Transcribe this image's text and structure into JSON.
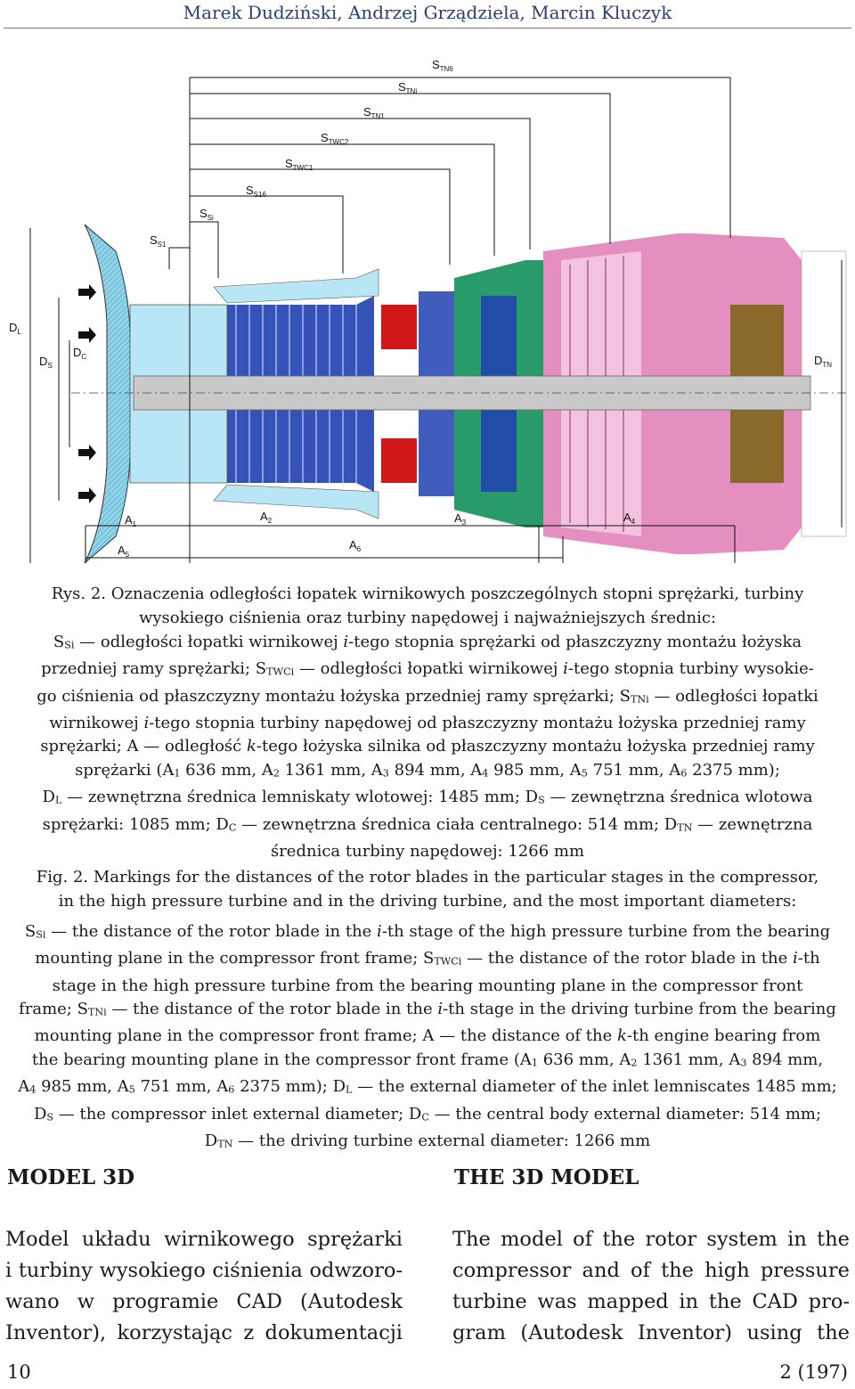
{
  "header": {
    "authors": "Marek Dudziński, Andrzej Grządziela, Marcin Kluczyk"
  },
  "figure": {
    "labels": {
      "stn6": "S",
      "stn6_sub": "TN6",
      "stni": "S",
      "stni_sub": "TNi",
      "stn1": "S",
      "stn1_sub": "TN1",
      "stwc2": "S",
      "stwc2_sub": "TWC2",
      "stwc1": "S",
      "stwc1_sub": "TWC1",
      "ss16": "S",
      "ss16_sub": "S16",
      "ssi": "S",
      "ssi_sub": "Si",
      "ss1": "S",
      "ss1_sub": "S1",
      "dl": "D",
      "dl_sub": "L",
      "ds": "D",
      "ds_sub": "S",
      "dc": "D",
      "dc_sub": "C",
      "dtn": "D",
      "dtn_sub": "TN",
      "a1": "A",
      "a1_sub": "1",
      "a2": "A",
      "a2_sub": "2",
      "a3": "A",
      "a3_sub": "3",
      "a4": "A",
      "a4_sub": "4",
      "a5": "A",
      "a5_sub": "5",
      "a6": "A",
      "a6_sub": "6"
    },
    "colors": {
      "casing": "#8fd3ea",
      "compressor": "#1f3fb0",
      "combustor": "#d01818",
      "hp_turbine": "#2a9b6a",
      "power_turbine": "#e48fc0",
      "exhaust": "#8a6a2a",
      "shaft": "#c9c9c9"
    }
  },
  "caption_pl": {
    "line1": "Rys. 2. Oznaczenia odległości łopatek wirnikowych poszczególnych stopni sprężarki, turbiny",
    "line2": "wysokiego ciśnienia oraz turbiny napędowej i najważniejszych średnic:",
    "l3a": "S",
    "l3a_sub": "Si",
    "l3b": " — odległości łopatki wirnikowej ",
    "l3c": "i",
    "l3d": "-tego stopnia sprężarki od płaszczyzny montażu łożyska",
    "l4a": "przedniej ramy sprężarki; S",
    "l4a_sub": "TWCi",
    "l4b": " — odległości łopatki wirnikowej ",
    "l4c": "i",
    "l4d": "-tego stopnia turbiny wysokie-",
    "l5a": "go ciśnienia od płaszczyzny montażu łożyska przedniej ramy sprężarki; S",
    "l5a_sub": "TNi",
    "l5b": " — odległości łopatki",
    "l6a": "wirnikowej ",
    "l6b": "i",
    "l6c": "-tego stopnia turbiny napędowej od płaszczyzny montażu łożyska przedniej ramy",
    "l7a": "sprężarki; A — odległość ",
    "l7b": "k",
    "l7c": "-tego łożyska silnika od płaszczyzny montażu łożyska przedniej ramy",
    "l8a": "sprężarki (A",
    "l8a_sub": "1",
    "l8b": " 636 mm, A",
    "l8b_sub": "2",
    "l8c": " 1361 mm, A",
    "l8c_sub": "3",
    "l8d": " 894 mm, A",
    "l8d_sub": "4",
    "l8e": " 985 mm, A",
    "l8e_sub": "5",
    "l8f": " 751 mm, A",
    "l8f_sub": "6",
    "l8g": " 2375 mm);",
    "l9a": "D",
    "l9a_sub": "L",
    "l9b": " — zewnętrzna średnica lemniskaty wlotowej: 1485 mm; D",
    "l9b_sub": "S",
    "l9c": " — zewnętrzna średnica wlotowa",
    "l10a": "sprężarki: 1085 mm; D",
    "l10a_sub": "C",
    "l10b": " — zewnętrzna średnica ciała centralnego: 514 mm; D",
    "l10b_sub": "TN",
    "l10c": " — zewnętrzna",
    "l11": "średnica turbiny napędowej: 1266 mm"
  },
  "caption_en": {
    "line1": "Fig. 2. Markings for the distances of the rotor blades in the particular stages in the compressor,",
    "line2": "in the high pressure turbine and in the driving turbine, and the most important diameters:",
    "l3a": "S",
    "l3a_sub": "Si",
    "l3b": " — the distance of the rotor blade in the ",
    "l3c": "i",
    "l3d": "-th stage of the high pressure turbine from the bearing",
    "l4a": "mounting plane in the compressor front frame; S",
    "l4a_sub": "TWCi",
    "l4b": " — the distance of the rotor blade in the ",
    "l4c": "i",
    "l4d": "-th",
    "l5": "stage in the high pressure turbine from the bearing mounting plane in the compressor front",
    "l6a": "frame; S",
    "l6a_sub": "TNi",
    "l6b": " — the distance of the rotor blade in the ",
    "l6c": "i",
    "l6d": "-th stage in the driving turbine from the bearing",
    "l7a": "mounting plane in the compressor front frame; A — the distance of the ",
    "l7b": "k",
    "l7c": "-th engine bearing from",
    "l8a": "the bearing mounting plane in the compressor front frame (A",
    "l8a_sub": "1",
    "l8b": " 636 mm, A",
    "l8b_sub": "2",
    "l8c": " 1361 mm, A",
    "l8c_sub": "3",
    "l8d": " 894 mm,",
    "l9a": "A",
    "l9a_sub": "4",
    "l9b": " 985 mm, A",
    "l9b_sub": "5",
    "l9c": " 751 mm, A",
    "l9c_sub": "6",
    "l9d": " 2375 mm); D",
    "l9d_sub": "L",
    "l9e": " — the external diameter of the inlet lemniscates 1485 mm;",
    "l10a": "D",
    "l10a_sub": "S",
    "l10b": " — the compressor inlet external diameter; D",
    "l10b_sub": "C",
    "l10c": " — the central body external diameter: 514 mm;",
    "l11a": "D",
    "l11a_sub": "TN",
    "l11b": " — the driving turbine external diameter: 1266 mm"
  },
  "section_pl": {
    "heading": "MODEL 3D",
    "lines": [
      "Model układu wirnikowego sprężarki",
      "i turbiny wysokiego ciśnienia odwzoro-",
      "wano w programie CAD (Autodesk",
      "Inventor), korzystając z dokumentacji"
    ]
  },
  "section_en": {
    "heading": "THE 3D MODEL",
    "lines": [
      "The model of the rotor system in the",
      "compressor and of the high pressure",
      "turbine was mapped in the CAD pro-",
      "gram (Autodesk Inventor) using the"
    ]
  },
  "footer": {
    "page_left": "10",
    "page_right": "2 (197)"
  }
}
